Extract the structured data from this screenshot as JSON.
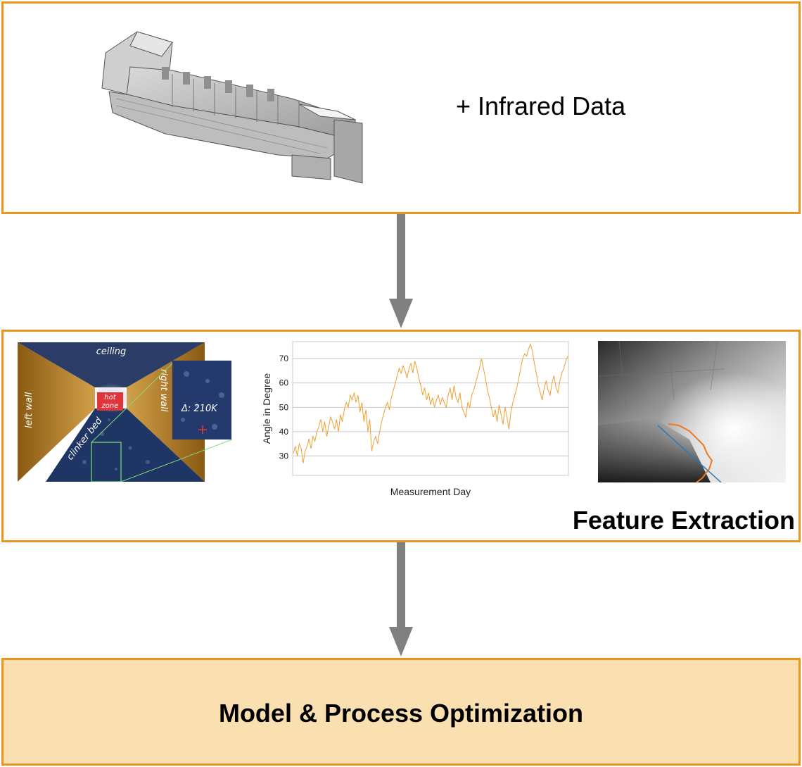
{
  "stage1": {
    "caption": "+ Infrared Data"
  },
  "stage2": {
    "caption": "Feature Extraction",
    "kiln_view": {
      "labels": {
        "ceiling": "ceiling",
        "left_wall": "left wall",
        "right_wall": "right wall",
        "clinker_bed": "clinker bed",
        "hot_zone": [
          "hot",
          "zone"
        ],
        "delta": "Δ: 210K"
      },
      "colors": {
        "wall": "#c08a2e",
        "ceiling": "#2b3d66",
        "bed": "#1f3564",
        "hot_zone": "#e0363a",
        "zoom_line": "#7de07a"
      }
    },
    "chart_data": {
      "type": "line",
      "xlabel": "Measurement Day",
      "ylabel": "Angle in Degree",
      "yticks": [
        30,
        40,
        50,
        60,
        70
      ],
      "ylim": [
        22,
        77
      ],
      "grid": true,
      "color": "#f0a030",
      "values": [
        31,
        34,
        30,
        35,
        33,
        27,
        32,
        34,
        37,
        33,
        38,
        36,
        40,
        42,
        45,
        40,
        44,
        38,
        42,
        46,
        44,
        41,
        45,
        40,
        47,
        44,
        49,
        52,
        50,
        55,
        53,
        56,
        52,
        55,
        48,
        52,
        44,
        49,
        40,
        45,
        32,
        36,
        38,
        35,
        40,
        44,
        47,
        50,
        52,
        49,
        54,
        57,
        60,
        63,
        66,
        64,
        67,
        65,
        62,
        66,
        68,
        64,
        69,
        66,
        62,
        59,
        55,
        58,
        53,
        56,
        51,
        54,
        50,
        53,
        55,
        51,
        54,
        52,
        50,
        55,
        58,
        53,
        59,
        54,
        52,
        56,
        50,
        48,
        46,
        52,
        50,
        55,
        57,
        60,
        63,
        66,
        70,
        66,
        62,
        57,
        54,
        50,
        46,
        49,
        44,
        51,
        47,
        43,
        50,
        46,
        41,
        48,
        52,
        55,
        58,
        62,
        66,
        70,
        72,
        71,
        74,
        76,
        73,
        68,
        64,
        59,
        56,
        53,
        58,
        61,
        57,
        55,
        60,
        63,
        58,
        56,
        61,
        64,
        66,
        69,
        71
      ]
    },
    "thermal_image": {
      "edge_color": "#f07820",
      "line_color": "#2a7ab8"
    }
  },
  "stage3": {
    "caption": "Model & Process Optimization"
  },
  "colors": {
    "border": "#e8961e",
    "final_fill": "#fadfb0",
    "arrow": "#808080"
  }
}
